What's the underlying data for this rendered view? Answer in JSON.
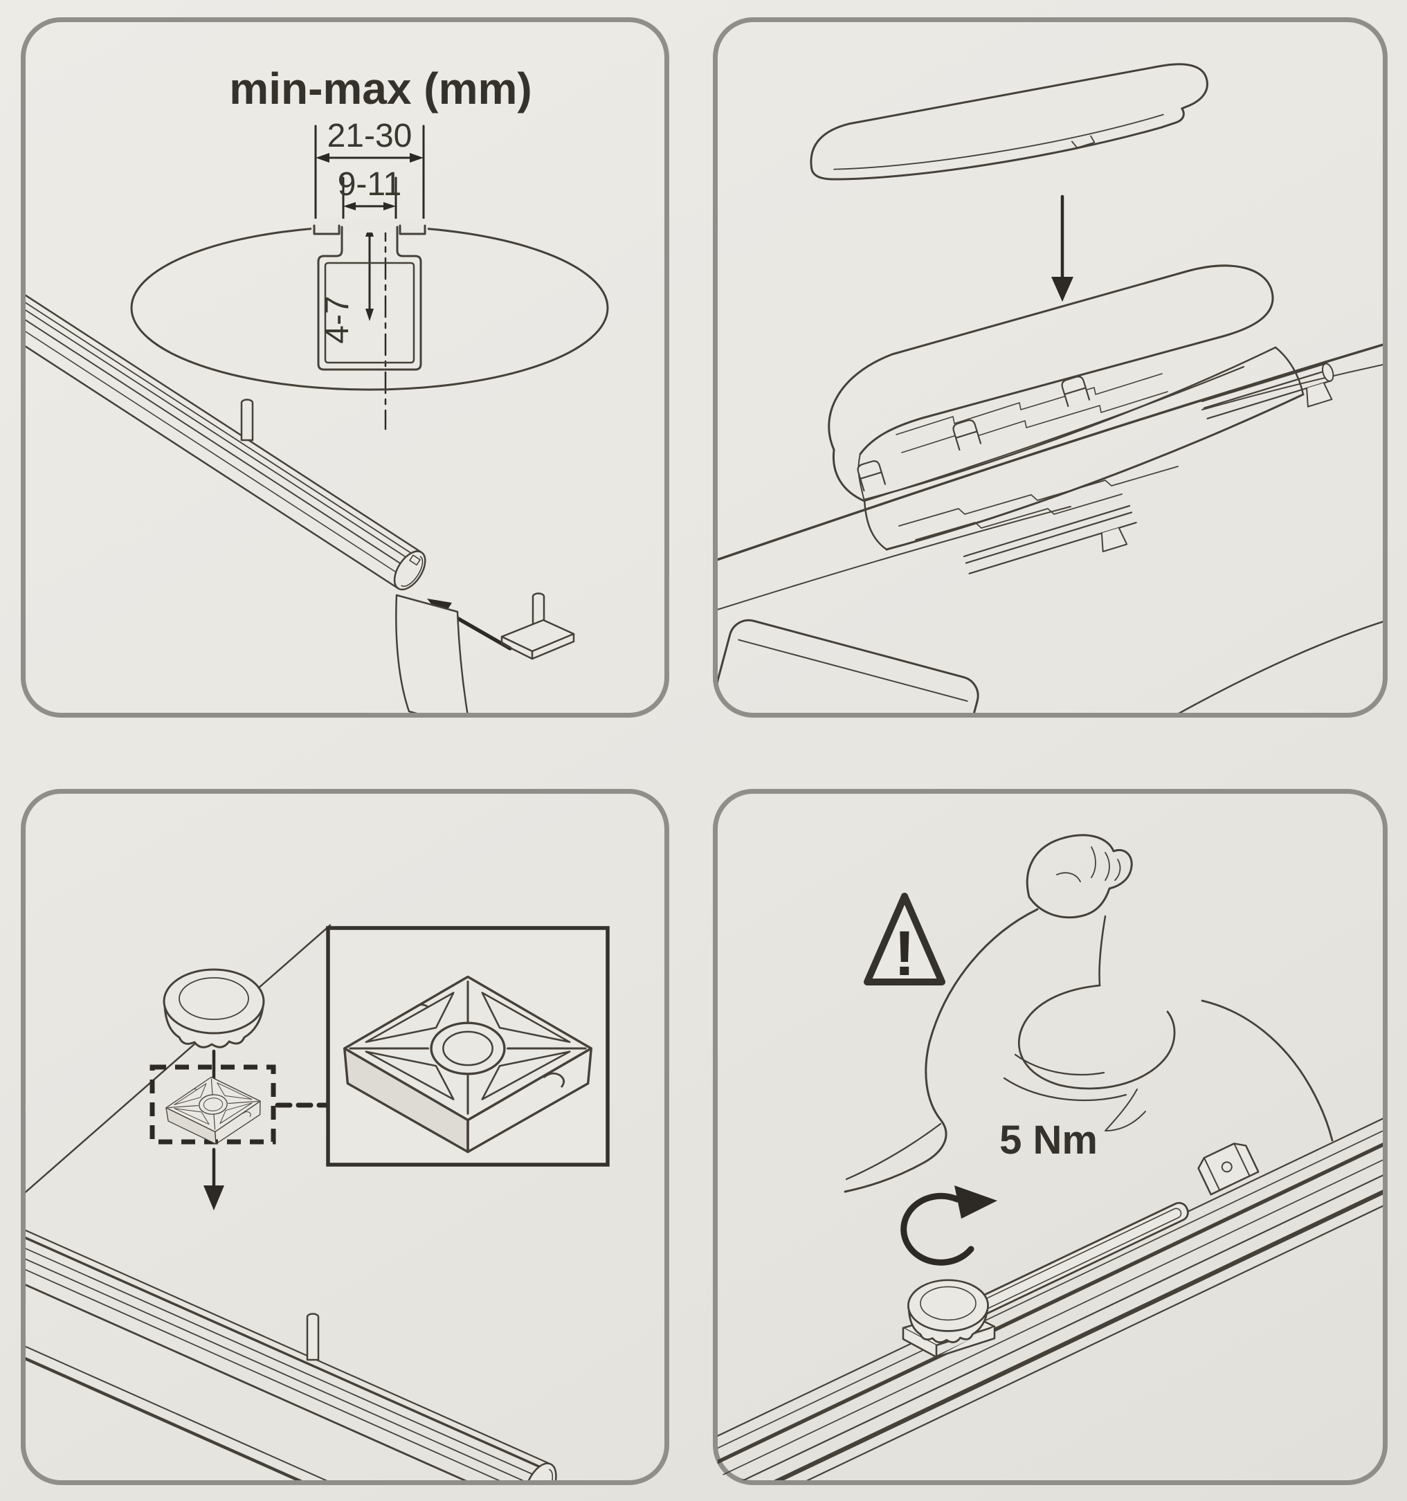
{
  "page": {
    "background": "#e9e7e2",
    "panel_border_color": "#8f8e89",
    "line_color": "#454139"
  },
  "panels": {
    "minmax": {
      "title": "min-max (mm)",
      "outer_width_range": "21-30",
      "slot_width_range": "9-11",
      "slot_depth_range": "4-7"
    },
    "roofbox": {},
    "adapter": {},
    "torque": {
      "value": "5 Nm",
      "warning_mark": "!"
    }
  },
  "icons": {
    "down_arrow": "↓",
    "insert_arrow": "↖",
    "warning_triangle": "⚠",
    "rotate_clockwise": "↻"
  }
}
